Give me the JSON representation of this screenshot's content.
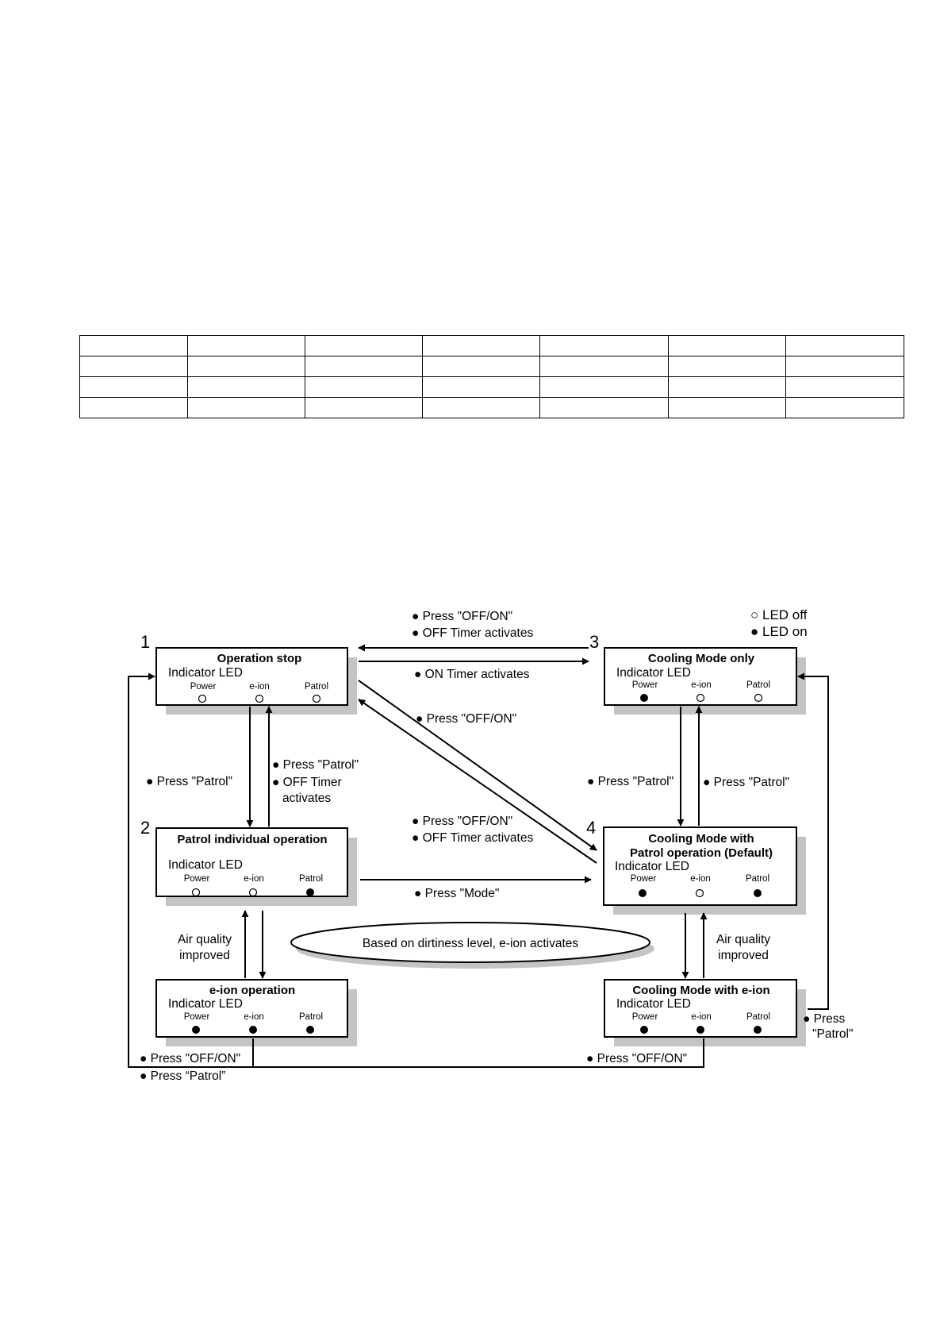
{
  "legend": {
    "off": "○ LED off",
    "on": "● LED on"
  },
  "states": [
    {
      "num": "1",
      "title": "Operation stop",
      "indicator": "Indicator LED",
      "power": "Power",
      "eion": "e-ion",
      "patrol": "Patrol",
      "leds": [
        "off",
        "off",
        "off"
      ]
    },
    {
      "num": "2",
      "title": "Patrol individual operation",
      "indicator": "Indicator LED",
      "power": "Power",
      "eion": "e-ion",
      "patrol": "Patrol",
      "leds": [
        "off",
        "off",
        "on"
      ]
    },
    {
      "num": "3",
      "title": "Cooling Mode only",
      "indicator": "Indicator LED",
      "power": "Power",
      "eion": "e-ion",
      "patrol": "Patrol",
      "leds": [
        "on",
        "off",
        "off"
      ]
    },
    {
      "num": "4",
      "title": "Cooling Mode with",
      "title2": "Patrol operation (Default)",
      "indicator": "Indicator LED",
      "power": "Power",
      "eion": "e-ion",
      "patrol": "Patrol",
      "leds": [
        "on",
        "off",
        "on"
      ]
    },
    {
      "title": "e-ion operation",
      "indicator": "Indicator LED",
      "power": "Power",
      "eion": "e-ion",
      "patrol": "Patrol",
      "leds": [
        "on",
        "on",
        "on"
      ]
    },
    {
      "title": "Cooling Mode with e-ion",
      "indicator": "Indicator LED",
      "power": "Power",
      "eion": "e-ion",
      "patrol": "Patrol",
      "leds": [
        "on",
        "on",
        "on"
      ]
    }
  ],
  "transitions": {
    "t1_3_a": "● Press \"OFF/ON\"",
    "t1_3_b": "● OFF Timer activates",
    "t1_3_c": "● ON Timer activates",
    "t4_1": "● Press \"OFF/ON\"",
    "t1_2": "● Press \"Patrol\"",
    "t2_1_a": "● Press \"Patrol\"",
    "t2_1_b": "● OFF Timer",
    "t2_1_c": "activates",
    "t3_4": "● Press \"Patrol\"",
    "t4_3": "● Press \"Patrol\"",
    "t2_4_a": "● Press \"OFF/ON\"",
    "t2_4_b": "● OFF Timer activates",
    "t2_4_mode": "● Press \"Mode\"",
    "air_left_1": "Air quality",
    "air_left_2": "improved",
    "air_right_1": "Air quality",
    "air_right_2": "improved",
    "ellipse": "Based on dirtiness level, e-ion activates",
    "bottom_left_1": "● Press \"OFF/ON\"",
    "bottom_left_2": "● Press “Patrol”",
    "bottom_right": "● Press \"OFF/ON\"",
    "right_press_1": "● Press",
    "right_press_2": "\"Patrol\""
  }
}
